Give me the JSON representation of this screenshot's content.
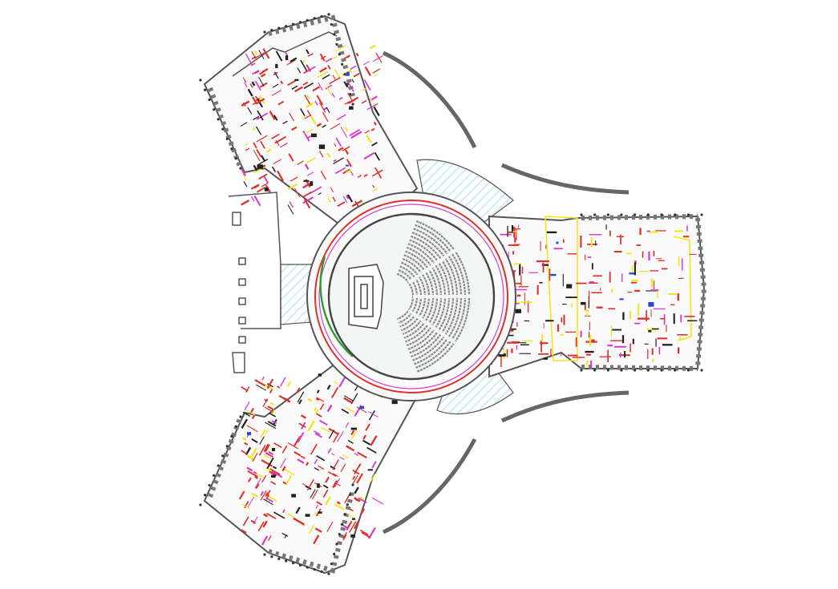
{
  "drawing": {
    "kind": "architectural-floor-plan",
    "layout": "three-wing-radial",
    "central_feature": "circular-auditorium",
    "wings": [
      "north-west-wing",
      "east-wing",
      "south-west-wing"
    ],
    "colors": {
      "background": "#ffffff",
      "walls": "#555555",
      "grid": "#777777",
      "hatch": "#7fd6e0",
      "red_lines": "#e0302a",
      "magenta_lines": "#d63bd0",
      "yellow_lines": "#f2e51d",
      "green_ring": "#2aa02a",
      "blue_marks": "#2a48d6",
      "dark_marks": "#222222"
    }
  }
}
